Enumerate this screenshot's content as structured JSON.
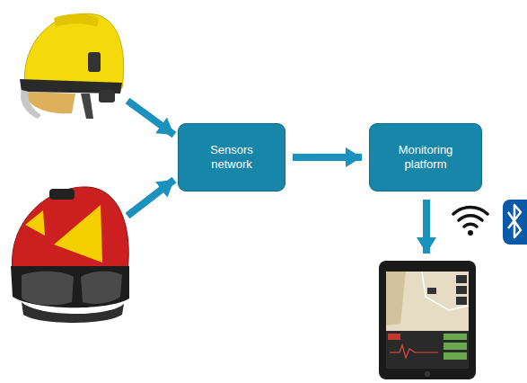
{
  "diagram": {
    "nodes": [
      {
        "text": [
          "Sensors network"
        ]
      },
      {
        "text": [
          "Monitoring platform"
        ]
      }
    ],
    "edges": [
      {
        "from": 0,
        "to": 1,
        "arrow": "to"
      }
    ]
  }
}
